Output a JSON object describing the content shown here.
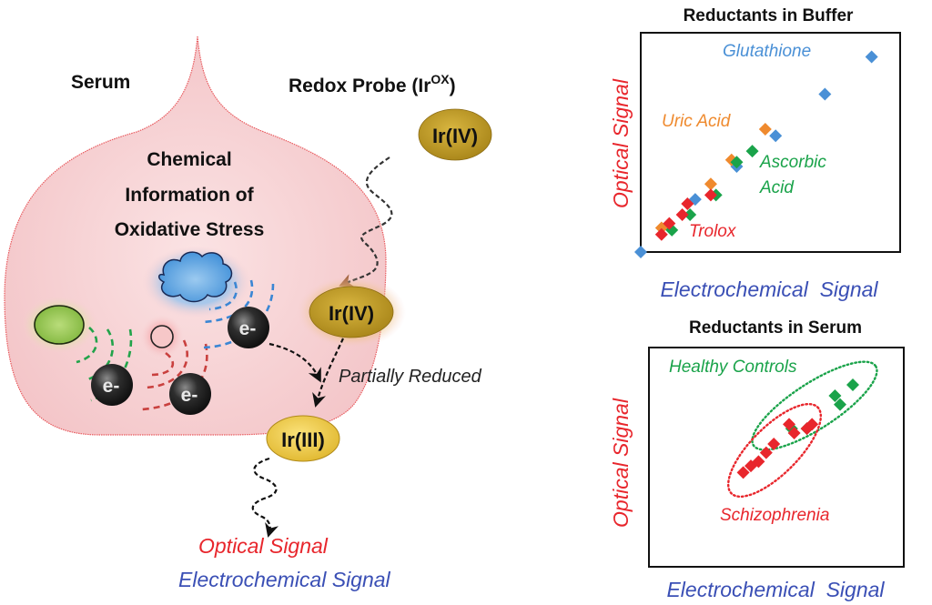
{
  "colors": {
    "red": "#e8262c",
    "blue": "#3a4fb5",
    "sky_blue": "#4a90d6",
    "orange": "#ef8a2e",
    "green": "#1aa34a",
    "serum_fill": "#f6cfd1",
    "serum_stroke": "#e85a5e",
    "ir4_fill": "#c9a227",
    "ir3_fill": "#f2d046",
    "electron": "#2a2a2a"
  },
  "diagram": {
    "serum_label": "Serum",
    "probe_label": "Redox Probe (Ir",
    "probe_superscript": "OX",
    "probe_label_close": ")",
    "center_text": [
      "Chemical",
      "Information of",
      "Oxidative Stress"
    ],
    "ir_iv_top": "Ir(IV)",
    "ir_iv_inner": "Ir(IV)",
    "ir_iii": "Ir(III)",
    "electron_label": "e-",
    "partially_reduced": "Partially Reduced",
    "output_optical": "Optical Signal",
    "output_electrochemical": "Electrochemical Signal"
  },
  "chart_data": [
    {
      "type": "scatter",
      "title": "Reductants in Buffer",
      "xlabel": "Electrochemical  Signal",
      "ylabel": "Optical Signal",
      "xlim": [
        0,
        100
      ],
      "ylim": [
        0,
        100
      ],
      "grid": false,
      "series": [
        {
          "name": "Glutathione",
          "color": "#4a90d6",
          "points": [
            [
              0,
              0
            ],
            [
              21,
              24
            ],
            [
              37,
              39
            ],
            [
              52,
              53
            ],
            [
              71,
              72
            ],
            [
              89,
              89
            ]
          ]
        },
        {
          "name": "Uric Acid",
          "color": "#ef8a2e",
          "points": [
            [
              8,
              11
            ],
            [
              27,
              31
            ],
            [
              35,
              42
            ],
            [
              48,
              56
            ]
          ]
        },
        {
          "name": "Ascorbic Acid",
          "color": "#1aa34a",
          "points": [
            [
              12,
              10
            ],
            [
              19,
              17
            ],
            [
              29,
              26
            ],
            [
              37,
              41
            ],
            [
              43,
              46
            ]
          ]
        },
        {
          "name": "Trolox",
          "color": "#e8262c",
          "points": [
            [
              8,
              8
            ],
            [
              11,
              13
            ],
            [
              16,
              17
            ],
            [
              18,
              22
            ],
            [
              27,
              26
            ]
          ]
        }
      ],
      "annotations": [
        {
          "text": "Glutathione",
          "series": "Glutathione"
        },
        {
          "text": "Uric Acid",
          "series": "Uric Acid"
        },
        {
          "text": "Ascorbic",
          "series": "Ascorbic Acid"
        },
        {
          "text": "Acid",
          "series": "Ascorbic Acid"
        },
        {
          "text": "Trolox",
          "series": "Trolox"
        }
      ]
    },
    {
      "type": "scatter",
      "title": "Reductants in Serum",
      "xlabel": "Electrochemical  Signal",
      "ylabel": "Optical Signal",
      "xlim": [
        0,
        100
      ],
      "ylim": [
        0,
        100
      ],
      "grid": false,
      "series": [
        {
          "name": "Healthy Controls",
          "color": "#1aa34a",
          "points": [
            [
              56,
              63
            ],
            [
              62,
              63
            ],
            [
              73,
              78
            ],
            [
              75,
              74
            ],
            [
              80,
              83
            ]
          ]
        },
        {
          "name": "Schizophrenia",
          "color": "#e8262c",
          "points": [
            [
              37,
              43
            ],
            [
              40,
              46
            ],
            [
              43,
              48
            ],
            [
              46,
              52
            ],
            [
              49,
              56
            ],
            [
              55,
              65
            ],
            [
              57,
              61
            ],
            [
              62,
              63
            ],
            [
              64,
              65
            ]
          ]
        }
      ],
      "groups": [
        {
          "name": "Healthy Controls",
          "color": "#1aa34a",
          "style": "dotted-ellipse"
        },
        {
          "name": "Schizophrenia",
          "color": "#e8262c",
          "style": "dotted-ellipse"
        }
      ],
      "annotations": [
        {
          "text": "Healthy Controls",
          "series": "Healthy Controls"
        },
        {
          "text": "Schizophrenia",
          "series": "Schizophrenia"
        }
      ]
    }
  ]
}
